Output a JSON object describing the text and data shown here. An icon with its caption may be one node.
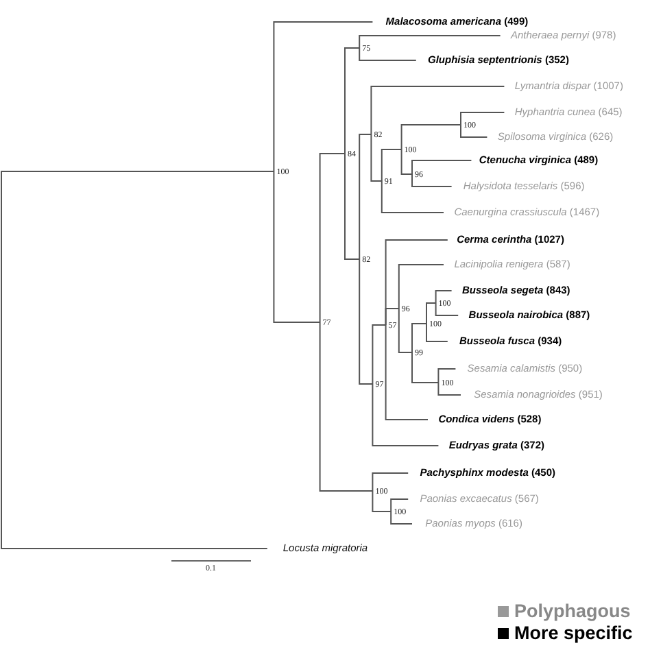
{
  "diagram": {
    "nodes": [
      {
        "text": [
          "*Malacosoma americana* (499)"
        ]
      },
      {
        "text": [
          "100"
        ]
      },
      {
        "text": [
          "75"
        ]
      },
      {
        "text": [
          "*Antheraea pernyi* (978)"
        ]
      },
      {
        "text": [
          "*Gluphisia septentrionis* (352)"
        ]
      },
      {
        "text": [
          "84"
        ]
      },
      {
        "text": [
          "82"
        ]
      },
      {
        "text": [
          "*Lymantria dispar* (1007)"
        ]
      },
      {
        "text": [
          "100"
        ]
      },
      {
        "text": [
          "*Hyphantria cunea* (645)"
        ]
      },
      {
        "text": [
          "*Spilosoma virginica* (626)"
        ]
      },
      {
        "text": [
          "100"
        ]
      },
      {
        "text": [
          "91"
        ]
      },
      {
        "text": [
          "96"
        ]
      },
      {
        "text": [
          "*Ctenucha virginica* (489)"
        ]
      },
      {
        "text": [
          "*Halysidota tesselaris* (596)"
        ]
      },
      {
        "text": [
          "*Caenurgina crassiuscula* (1467)"
        ]
      },
      {
        "text": [
          "82"
        ]
      },
      {
        "text": [
          "77"
        ]
      },
      {
        "text": [
          "*Cerma cerintha* (1027)"
        ]
      },
      {
        "text": [
          "96"
        ]
      },
      {
        "text": [
          "*Lacinipolia renigera* (587)"
        ]
      },
      {
        "text": [
          "100"
        ]
      },
      {
        "text": [
          "*Busseola segeta* (843)"
        ]
      },
      {
        "text": [
          "*Busseola nairobica* (887)"
        ]
      },
      {
        "text": [
          "100"
        ]
      },
      {
        "text": [
          "*Busseola fusca* (934)"
        ]
      },
      {
        "text": [
          "57"
        ]
      },
      {
        "text": [
          "99"
        ]
      },
      {
        "text": [
          "*Sesamia calamistis* (950)"
        ]
      },
      {
        "text": [
          "100"
        ]
      },
      {
        "text": [
          "*Sesamia nonagrioides* (951)"
        ]
      },
      {
        "text": [
          "97"
        ]
      },
      {
        "text": [
          "*Condica videns* (528)"
        ]
      },
      {
        "text": [
          "*Eudryas grata* (372)"
        ]
      },
      {
        "text": [
          "*Pachysphinx modesta* (450)"
        ]
      },
      {
        "text": [
          "100"
        ]
      },
      {
        "text": [
          "*Paonias excaecatus* (567)"
        ]
      },
      {
        "text": [
          "100"
        ]
      },
      {
        "text": [
          "*Paonias myops* (616)"
        ]
      },
      {
        "text": [
          "*Locusta migratoria*"
        ]
      }
    ],
    "edges": [
      {
        "from": null,
        "to": 1,
        "arrow": "none"
      },
      {
        "from": null,
        "to": 40,
        "arrow": "none"
      },
      {
        "from": 1,
        "to": 0,
        "arrow": "none"
      },
      {
        "from": 1,
        "to": 18,
        "arrow": "none"
      },
      {
        "from": 18,
        "to": 5,
        "arrow": "none"
      },
      {
        "from": 18,
        "to": 36,
        "arrow": "none"
      },
      {
        "from": 5,
        "to": 2,
        "arrow": "none"
      },
      {
        "from": 5,
        "to": 17,
        "arrow": "none"
      },
      {
        "from": 2,
        "to": 3,
        "arrow": "none"
      },
      {
        "from": 2,
        "to": 4,
        "arrow": "none"
      },
      {
        "from": 17,
        "to": 6,
        "arrow": "none"
      },
      {
        "from": 17,
        "to": 32,
        "arrow": "none"
      },
      {
        "from": 6,
        "to": 7,
        "arrow": "none"
      },
      {
        "from": 6,
        "to": 12,
        "arrow": "none"
      },
      {
        "from": 12,
        "to": 11,
        "arrow": "none"
      },
      {
        "from": 12,
        "to": 16,
        "arrow": "none"
      },
      {
        "from": 11,
        "to": 8,
        "arrow": "none"
      },
      {
        "from": 11,
        "to": 13,
        "arrow": "none"
      },
      {
        "from": 8,
        "to": 9,
        "arrow": "none"
      },
      {
        "from": 8,
        "to": 10,
        "arrow": "none"
      },
      {
        "from": 13,
        "to": 14,
        "arrow": "none"
      },
      {
        "from": 13,
        "to": 15,
        "arrow": "none"
      },
      {
        "from": 32,
        "to": 27,
        "arrow": "none"
      },
      {
        "from": 32,
        "to": 34,
        "arrow": "none"
      },
      {
        "from": 27,
        "to": 19,
        "arrow": "none"
      },
      {
        "from": 27,
        "to": 20,
        "arrow": "none"
      },
      {
        "from": 27,
        "to": 33,
        "arrow": "none"
      },
      {
        "from": 20,
        "to": 21,
        "arrow": "none"
      },
      {
        "from": 20,
        "to": 28,
        "arrow": "none"
      },
      {
        "from": 28,
        "to": 25,
        "arrow": "none"
      },
      {
        "from": 28,
        "to": 30,
        "arrow": "none"
      },
      {
        "from": 25,
        "to": 22,
        "arrow": "none"
      },
      {
        "from": 25,
        "to": 26,
        "arrow": "none"
      },
      {
        "from": 22,
        "to": 23,
        "arrow": "none"
      },
      {
        "from": 22,
        "to": 24,
        "arrow": "none"
      },
      {
        "from": 30,
        "to": 29,
        "arrow": "none"
      },
      {
        "from": 30,
        "to": 31,
        "arrow": "none"
      },
      {
        "from": 36,
        "to": 35,
        "arrow": "none"
      },
      {
        "from": 36,
        "to": 38,
        "arrow": "none"
      },
      {
        "from": 38,
        "to": 37,
        "arrow": "none"
      },
      {
        "from": 38,
        "to": 39,
        "arrow": "none"
      }
    ],
    "labels": [
      "0.1"
    ],
    "legend": [
      {
        "text": "Polyphagous",
        "color": "#999999"
      },
      {
        "text": "More specific",
        "color": "#000000"
      }
    ]
  }
}
